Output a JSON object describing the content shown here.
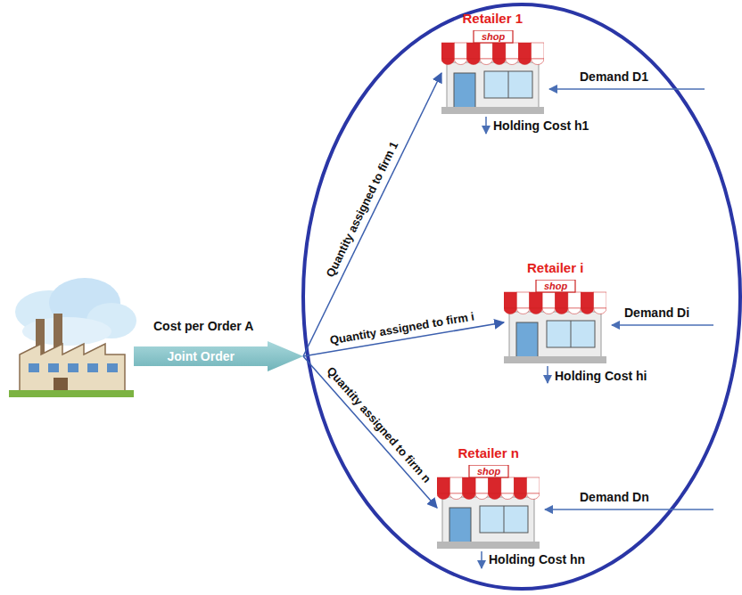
{
  "diagram": {
    "nodes": [
      {
        "text": [
          "Joint Order"
        ]
      },
      {
        "text": [
          "Retailer 1",
          "shop"
        ]
      },
      {
        "text": [
          "Retailer i",
          "shop"
        ]
      },
      {
        "text": [
          "Retailer n",
          "shop"
        ]
      }
    ],
    "edges": [
      {
        "from": 0,
        "to": 1,
        "arrow": "to",
        "label": "Quantity assigned to firm 1"
      },
      {
        "from": 0,
        "to": 2,
        "arrow": "to",
        "label": "Quantity assigned to firm i"
      },
      {
        "from": 0,
        "to": 3,
        "arrow": "to",
        "label": "Quantity assigned to firm n"
      }
    ],
    "labels": [
      "Cost per Order A",
      "Demand D1",
      "Holding Cost h1",
      "Demand Di",
      "Holding Cost hi",
      "Demand Dn",
      "Holding Cost hn"
    ]
  }
}
